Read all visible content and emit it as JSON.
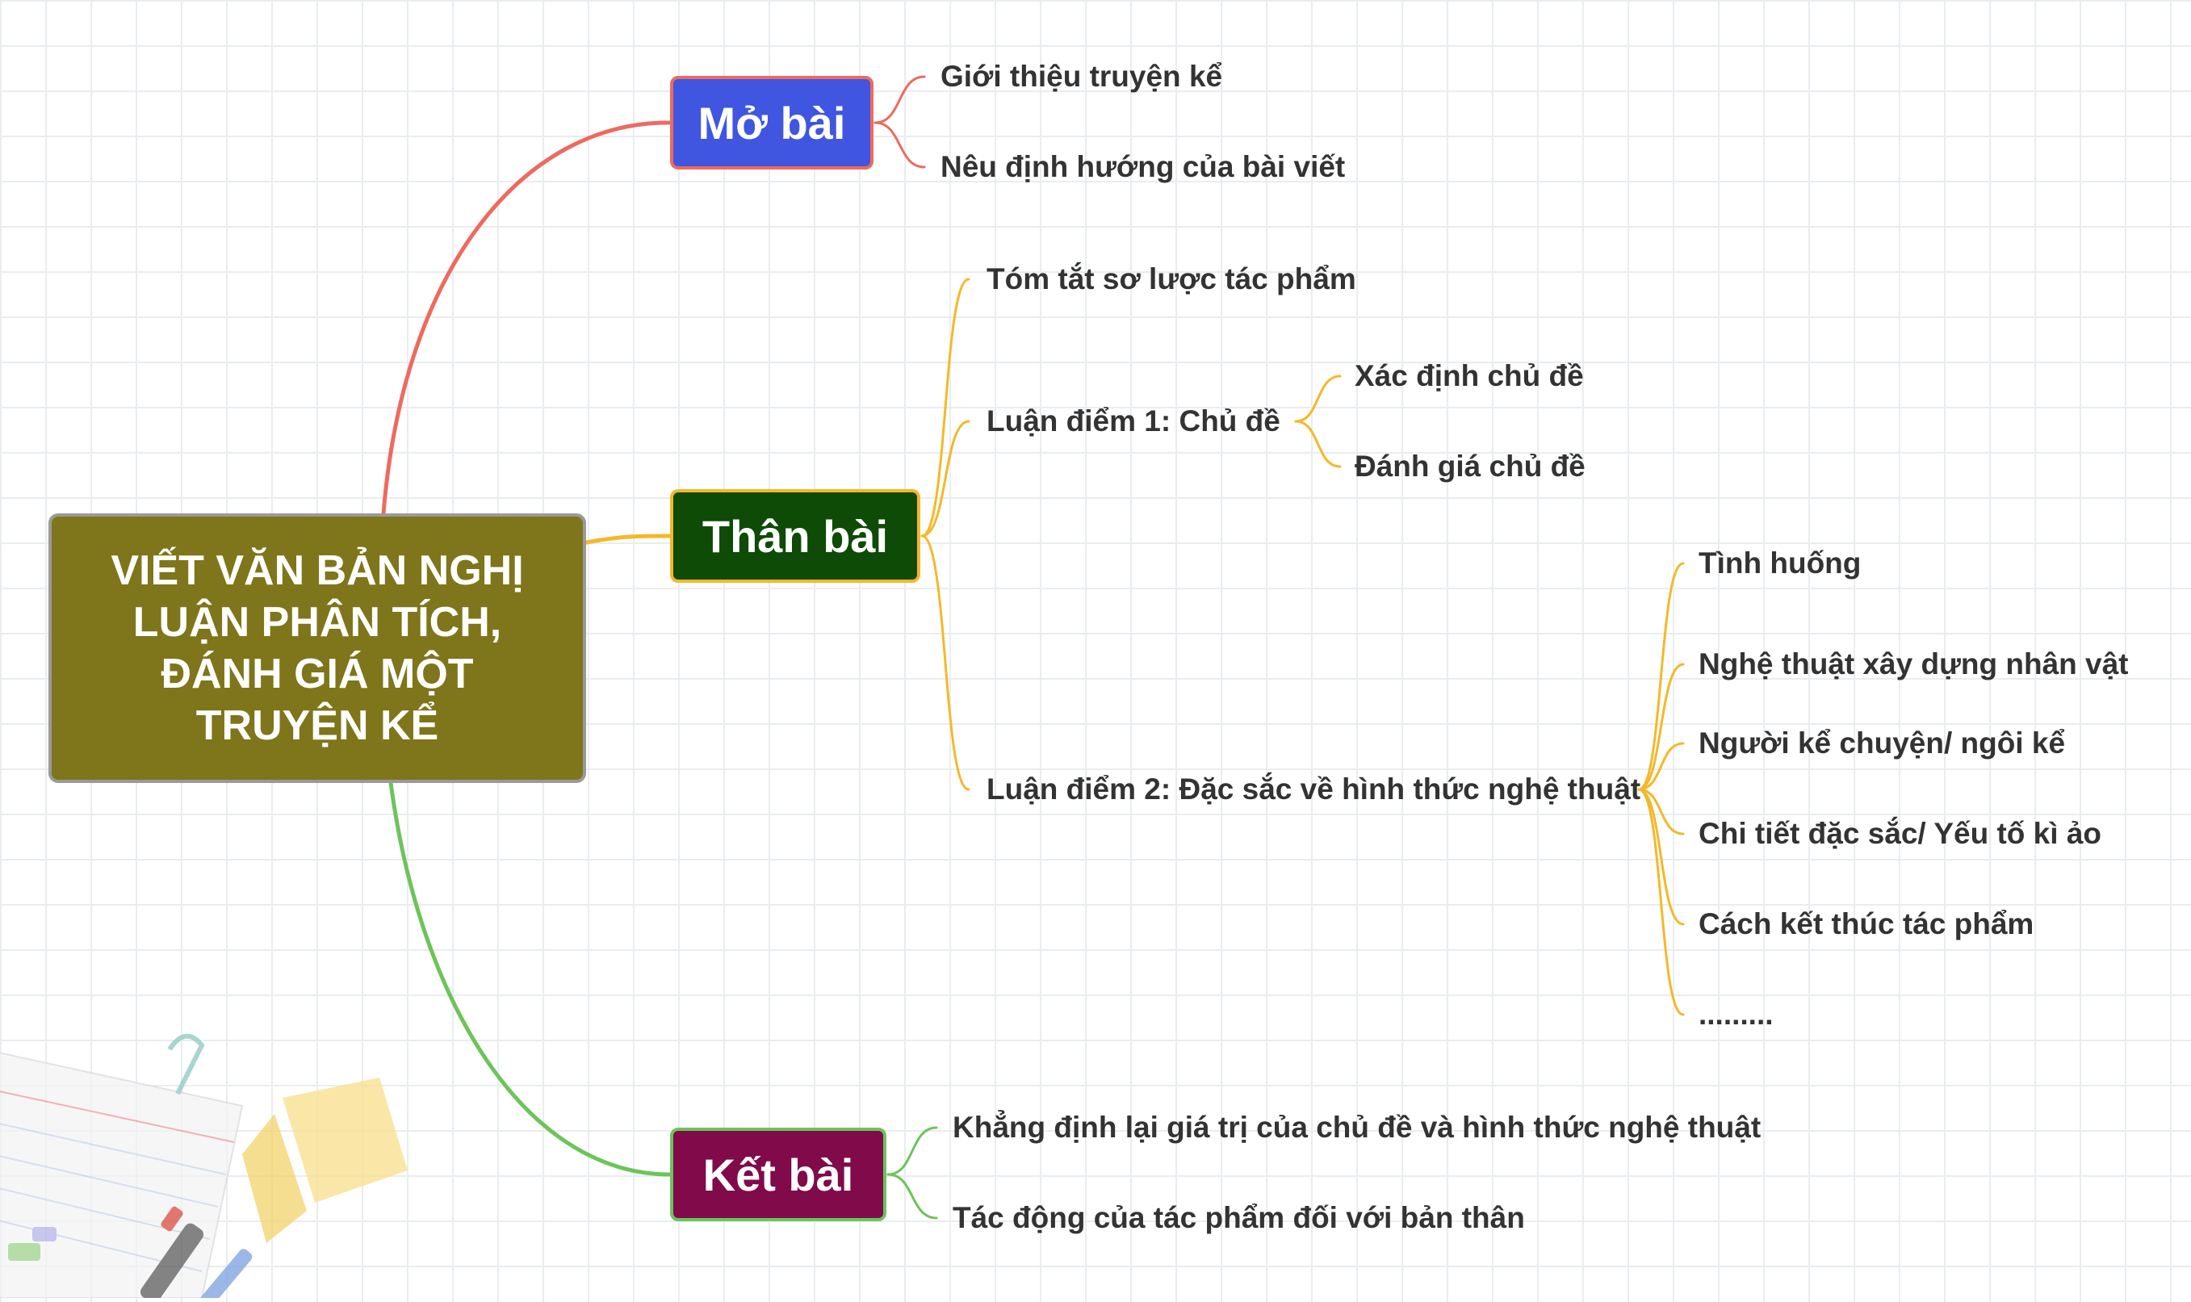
{
  "root": {
    "label": "VIẾT VĂN BẢN NGHỊ\nLUẬN PHÂN TÍCH,\nĐÁNH GIÁ MỘT\nTRUYỆN KỂ",
    "color": "#7f751a"
  },
  "branches": {
    "mo_bai": {
      "label": "Mở bài",
      "fill": "#4056e0",
      "border": "#ee6a5e",
      "line": "#ee6a5e",
      "items": [
        "Giới thiệu truyện kể",
        "Nêu định hướng của bài viết"
      ]
    },
    "than_bai": {
      "label": "Thân bài",
      "fill": "#0e4b06",
      "border": "#f4b82a",
      "line": "#f4b82a",
      "items": [
        "Tóm tắt sơ lược tác phẩm",
        "Luận điểm 1: Chủ đề",
        "Luận điểm 2: Đặc sắc về hình thức nghệ thuật"
      ],
      "luan_diem_1": [
        "Xác định chủ đề",
        "Đánh giá chủ đề"
      ],
      "luan_diem_2": [
        "Tình huống",
        "Nghệ thuật xây dựng nhân vật",
        "Người kể chuyện/ ngôi kể",
        "Chi tiết đặc sắc/ Yếu tố kì ảo",
        "Cách kết thúc tác phẩm",
        "........."
      ]
    },
    "ket_bai": {
      "label": "Kết bài",
      "fill": "#800a4a",
      "border": "#6cc45a",
      "line": "#6cc45a",
      "items": [
        "Khẳng định lại giá trị của chủ đề và hình thức nghệ thuật",
        "Tác động của tác phẩm đối với bản thân"
      ]
    }
  }
}
